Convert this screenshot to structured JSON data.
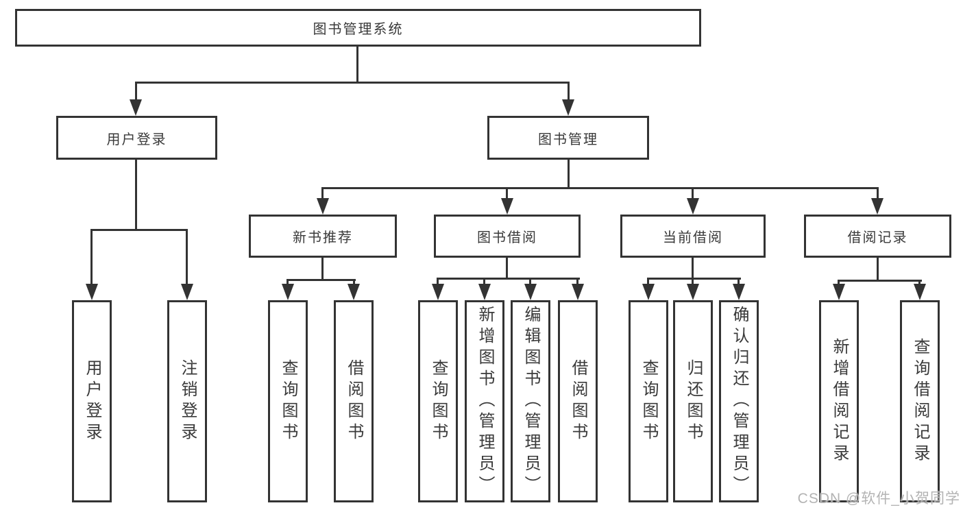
{
  "diagram": {
    "title": "图书管理系统",
    "nodes": {
      "root": {
        "label": "图书管理系统"
      },
      "l2": [
        {
          "label": "用户登录"
        },
        {
          "label": "图书管理"
        }
      ],
      "l3": [
        {
          "label": "新书推荐"
        },
        {
          "label": "图书借阅"
        },
        {
          "label": "当前借阅"
        },
        {
          "label": "借阅记录"
        }
      ],
      "l4": [
        {
          "label": "用户登录"
        },
        {
          "label": "注销登录"
        },
        {
          "label": "查询图书"
        },
        {
          "label": "借阅图书"
        },
        {
          "label": "查询图书"
        },
        {
          "label": "新增图书（管理员）"
        },
        {
          "label": "编辑图书（管理员）"
        },
        {
          "label": "借阅图书"
        },
        {
          "label": "查询图书"
        },
        {
          "label": "归还图书"
        },
        {
          "label": "确认归还（管理员）"
        },
        {
          "label": "新增借阅记录"
        },
        {
          "label": "查询借阅记录"
        }
      ]
    },
    "edges": [
      [
        "图书管理系统",
        "用户登录"
      ],
      [
        "图书管理系统",
        "图书管理"
      ],
      [
        "用户登录",
        "用户登录"
      ],
      [
        "用户登录",
        "注销登录"
      ],
      [
        "图书管理",
        "新书推荐"
      ],
      [
        "图书管理",
        "图书借阅"
      ],
      [
        "图书管理",
        "当前借阅"
      ],
      [
        "图书管理",
        "借阅记录"
      ],
      [
        "新书推荐",
        "查询图书"
      ],
      [
        "新书推荐",
        "借阅图书"
      ],
      [
        "图书借阅",
        "查询图书"
      ],
      [
        "图书借阅",
        "新增图书（管理员）"
      ],
      [
        "图书借阅",
        "编辑图书（管理员）"
      ],
      [
        "图书借阅",
        "借阅图书"
      ],
      [
        "当前借阅",
        "查询图书"
      ],
      [
        "当前借阅",
        "归还图书"
      ],
      [
        "当前借阅",
        "确认归还（管理员）"
      ],
      [
        "借阅记录",
        "新增借阅记录"
      ],
      [
        "借阅记录",
        "查询借阅记录"
      ]
    ]
  },
  "watermark": {
    "text": "CSDN @软件_小贺同学"
  },
  "colors": {
    "line": "#333333",
    "text": "#3a3a3a",
    "background": "#ffffff",
    "watermark": "#afafaf"
  }
}
